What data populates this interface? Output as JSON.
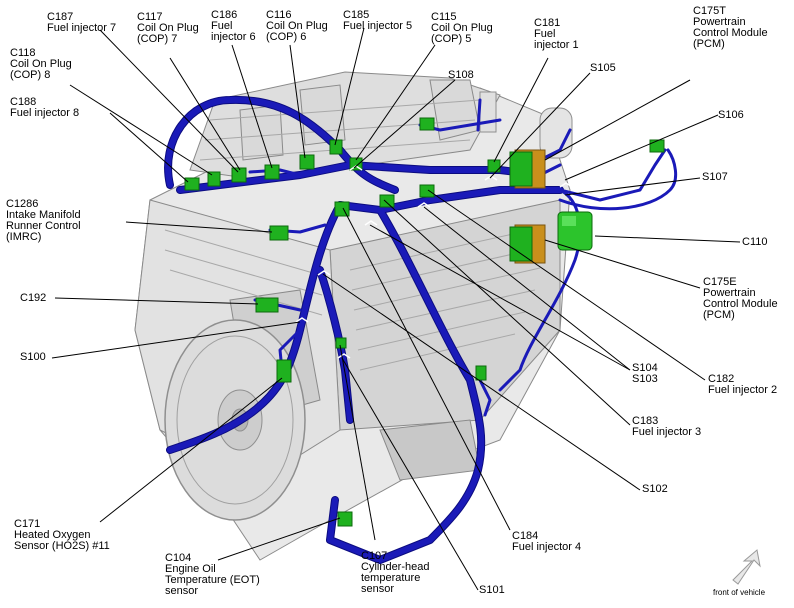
{
  "colors": {
    "harness": "#1a1ab8",
    "harness_dark": "#0c0c80",
    "connector": "#1fb11f",
    "connector_dark": "#0c6a0c",
    "pcm_body": "#c98f1c",
    "engine_light": "#eeeeee",
    "engine_mid": "#cfcfcf",
    "engine_dark": "#9a9a9a",
    "leader": "#000000"
  },
  "labels": [
    {
      "id": "c187",
      "text": "C187\nFuel injector 7"
    },
    {
      "id": "c117",
      "text": "C117\nCoil On Plug\n(COP) 7"
    },
    {
      "id": "c186",
      "text": "C186\nFuel\ninjector 6"
    },
    {
      "id": "c116",
      "text": "C116\nCoil On Plug\n(COP) 6"
    },
    {
      "id": "c185",
      "text": "C185\nFuel injector 5"
    },
    {
      "id": "c115",
      "text": "C115\nCoil On Plug\n(COP) 5"
    },
    {
      "id": "c181",
      "text": "C181\nFuel\ninjector 1"
    },
    {
      "id": "c175t",
      "text": "C175T\nPowertrain\nControl Module\n(PCM)"
    },
    {
      "id": "c118",
      "text": "C118\nCoil On Plug\n(COP) 8"
    },
    {
      "id": "s108",
      "text": "S108"
    },
    {
      "id": "s105",
      "text": "S105"
    },
    {
      "id": "c188",
      "text": "C188\nFuel injector 8"
    },
    {
      "id": "s106",
      "text": "S106"
    },
    {
      "id": "s107",
      "text": "S107"
    },
    {
      "id": "c1286",
      "text": "C1286\nIntake Manifold\nRunner Control\n(IMRC)"
    },
    {
      "id": "c110",
      "text": "C110"
    },
    {
      "id": "c175e",
      "text": "C175E\nPowertrain\nControl Module\n(PCM)"
    },
    {
      "id": "c192",
      "text": "C192"
    },
    {
      "id": "s100",
      "text": "S100"
    },
    {
      "id": "s104",
      "text": "S104\nS103"
    },
    {
      "id": "c182",
      "text": "C182\nFuel injector 2"
    },
    {
      "id": "c183",
      "text": "C183\nFuel injector 3"
    },
    {
      "id": "s102",
      "text": "S102"
    },
    {
      "id": "c171",
      "text": "C171\nHeated Oxygen\nSensor (HO2S) #11"
    },
    {
      "id": "c184",
      "text": "C184\nFuel injector 4"
    },
    {
      "id": "c104",
      "text": "C104\nEngine Oil\nTemperature (EOT)\nsensor"
    },
    {
      "id": "c107",
      "text": "C107\nCylinder-head\ntemperature\nsensor"
    },
    {
      "id": "s101",
      "text": "S101"
    }
  ],
  "front_indicator": {
    "text": "front of vehicle",
    "icon": "arrow-up-right-icon"
  }
}
